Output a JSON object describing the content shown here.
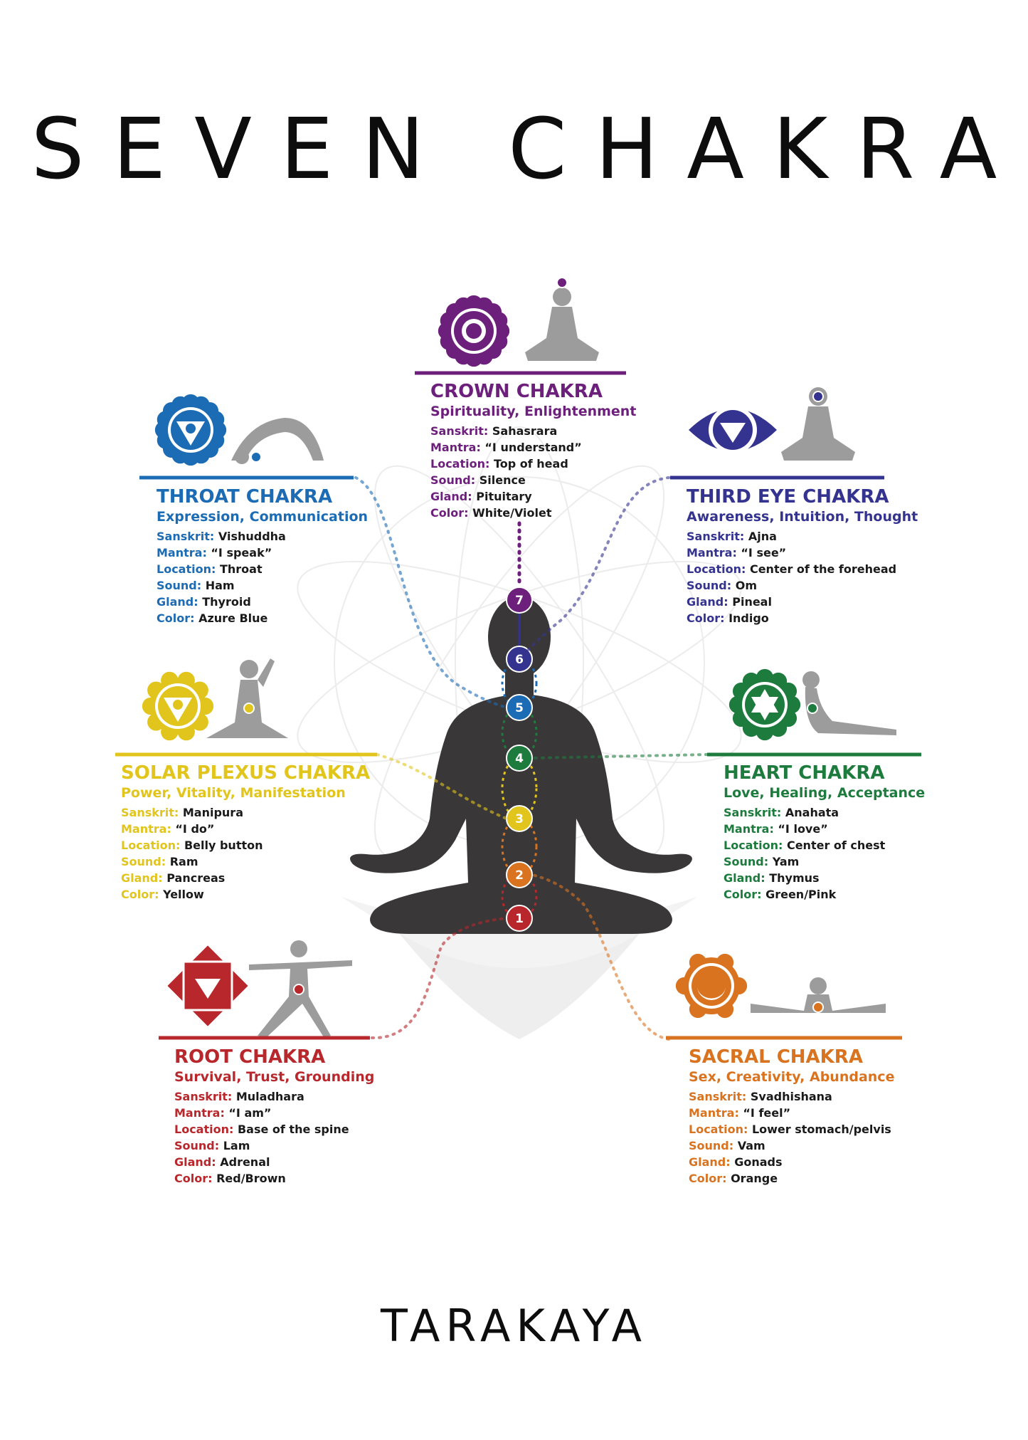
{
  "title": "SEVEN CHAKRA",
  "brand": "TARAKAYA",
  "chakras": [
    {
      "num": "7",
      "name": "CROWN CHAKRA",
      "subtitle": "Spirituality, Enlightenment",
      "color": "#6d1f7c",
      "icon": "crown-lotus-icon",
      "pose": "seated-meditation-pose-icon",
      "fields": [
        {
          "label": "Sanskrit:",
          "value": "Sahasrara"
        },
        {
          "label": "Mantra:",
          "value": "“I understand”"
        },
        {
          "label": "Location:",
          "value": "Top of head"
        },
        {
          "label": "Sound:",
          "value": "Silence"
        },
        {
          "label": "Gland:",
          "value": "Pituitary"
        },
        {
          "label": "Color:",
          "value": "White/Violet"
        }
      ]
    },
    {
      "num": "6",
      "name": "THIRD EYE CHAKRA",
      "subtitle": "Awareness, Intuition, Thought",
      "color": "#34338f",
      "icon": "third-eye-icon",
      "pose": "seated-meditation-pose-icon",
      "fields": [
        {
          "label": "Sanskrit:",
          "value": "Ajna"
        },
        {
          "label": "Mantra:",
          "value": "“I see”"
        },
        {
          "label": "Location:",
          "value": "Center of the forehead"
        },
        {
          "label": "Sound:",
          "value": "Om"
        },
        {
          "label": "Gland:",
          "value": "Pineal"
        },
        {
          "label": "Color:",
          "value": "Indigo"
        }
      ]
    },
    {
      "num": "5",
      "name": "THROAT CHAKRA",
      "subtitle": "Expression, Communication",
      "color": "#1c6bb5",
      "icon": "throat-lotus-icon",
      "pose": "bridge-pose-icon",
      "fields": [
        {
          "label": "Sanskrit:",
          "value": "Vishuddha"
        },
        {
          "label": "Mantra:",
          "value": "“I speak”"
        },
        {
          "label": "Location:",
          "value": "Throat"
        },
        {
          "label": "Sound:",
          "value": "Ham"
        },
        {
          "label": "Gland:",
          "value": "Thyroid"
        },
        {
          "label": "Color:",
          "value": "Azure Blue"
        }
      ]
    },
    {
      "num": "4",
      "name": "HEART CHAKRA",
      "subtitle": "Love, Healing, Acceptance",
      "color": "#1e7b3e",
      "icon": "heart-star-icon",
      "pose": "cobra-pose-icon",
      "fields": [
        {
          "label": "Sanskrit:",
          "value": "Anahata"
        },
        {
          "label": "Mantra:",
          "value": "“I love”"
        },
        {
          "label": "Location:",
          "value": "Center of chest"
        },
        {
          "label": "Sound:",
          "value": "Yam"
        },
        {
          "label": "Gland:",
          "value": "Thymus"
        },
        {
          "label": "Color:",
          "value": "Green/Pink"
        }
      ]
    },
    {
      "num": "3",
      "name": "SOLAR PLEXUS CHAKRA",
      "subtitle": "Power, Vitality, Manifestation",
      "color": "#e2c51c",
      "icon": "solar-plexus-icon",
      "pose": "seated-twist-pose-icon",
      "fields": [
        {
          "label": "Sanskrit:",
          "value": "Manipura"
        },
        {
          "label": "Mantra:",
          "value": "“I do”"
        },
        {
          "label": "Location:",
          "value": "Belly button"
        },
        {
          "label": "Sound:",
          "value": "Ram"
        },
        {
          "label": "Gland:",
          "value": "Pancreas"
        },
        {
          "label": "Color:",
          "value": "Yellow"
        }
      ]
    },
    {
      "num": "2",
      "name": "SACRAL CHAKRA",
      "subtitle": "Sex, Creativity, Abundance",
      "color": "#d9731f",
      "icon": "sacral-moon-icon",
      "pose": "wide-leg-forward-fold-pose-icon",
      "fields": [
        {
          "label": "Sanskrit:",
          "value": "Svadhishana"
        },
        {
          "label": "Mantra:",
          "value": "“I feel”"
        },
        {
          "label": "Location:",
          "value": "Lower stomach/pelvis"
        },
        {
          "label": "Sound:",
          "value": "Vam"
        },
        {
          "label": "Gland:",
          "value": "Gonads"
        },
        {
          "label": "Color:",
          "value": "Orange"
        }
      ]
    },
    {
      "num": "1",
      "name": "ROOT CHAKRA",
      "subtitle": "Survival, Trust, Grounding",
      "color": "#b8272c",
      "icon": "root-square-icon",
      "pose": "warrior-pose-icon",
      "fields": [
        {
          "label": "Sanskrit:",
          "value": "Muladhara"
        },
        {
          "label": "Mantra:",
          "value": "“I am”"
        },
        {
          "label": "Location:",
          "value": "Base of the spine"
        },
        {
          "label": "Sound:",
          "value": "Lam"
        },
        {
          "label": "Gland:",
          "value": "Adrenal"
        },
        {
          "label": "Color:",
          "value": "Red/Brown"
        }
      ]
    }
  ]
}
